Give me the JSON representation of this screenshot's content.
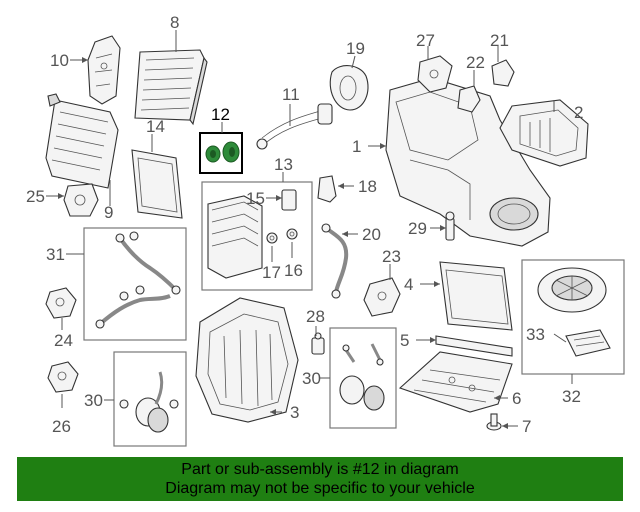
{
  "callouts": {
    "c1": "1",
    "c2": "2",
    "c3": "3",
    "c4": "4",
    "c5": "5",
    "c6": "6",
    "c7": "7",
    "c8": "8",
    "c9": "9",
    "c10": "10",
    "c11": "11",
    "c12": "12",
    "c13": "13",
    "c14": "14",
    "c15": "15",
    "c16": "16",
    "c17": "17",
    "c18": "18",
    "c19": "19",
    "c20": "20",
    "c21": "21",
    "c22": "22",
    "c23": "23",
    "c24": "24",
    "c25": "25",
    "c26": "26",
    "c27": "27",
    "c28": "28",
    "c29": "29",
    "c30a": "30",
    "c30b": "30",
    "c31": "31",
    "c32": "32",
    "c33": "33"
  },
  "highlight": {
    "part": "12",
    "color": "#2e8b3a"
  },
  "banner": {
    "line1": "Part or sub-assembly is #12 in diagram",
    "line2": "Diagram may not be specific to your vehicle",
    "color": "#1f7f12"
  }
}
